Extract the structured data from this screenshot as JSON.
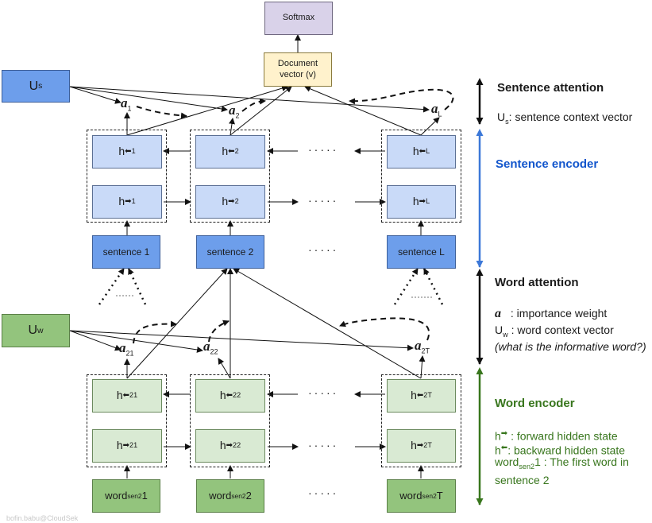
{
  "top": {
    "softmax": "Softmax",
    "document_vector": "Document vector (v)"
  },
  "sentence_level": {
    "context_main": "U",
    "context_sub": "s",
    "alphas": [
      {
        "symbol": "a",
        "sub": "1"
      },
      {
        "symbol": "a",
        "sub": "2"
      },
      {
        "symbol": "a",
        "sub": "L"
      }
    ],
    "backward_hidden": [
      {
        "main": "h",
        "arrow": "⬅",
        "sub": "1"
      },
      {
        "main": "h",
        "arrow": "⬅",
        "sub": "2"
      },
      {
        "main": "h",
        "arrow": "⬅",
        "sub": "L"
      }
    ],
    "forward_hidden": [
      {
        "main": "h",
        "arrow": "➡",
        "sub": "1"
      },
      {
        "main": "h",
        "arrow": "➡",
        "sub": "2"
      },
      {
        "main": "h",
        "arrow": "➡",
        "sub": "L"
      }
    ],
    "sentences": [
      "sentence 1",
      "sentence 2",
      "sentence L"
    ]
  },
  "word_level": {
    "context_main": "U",
    "context_sub": "w",
    "alphas": [
      {
        "symbol": "a",
        "sub": "21"
      },
      {
        "symbol": "a",
        "sub": "22"
      },
      {
        "symbol": "a",
        "sub": "2T"
      }
    ],
    "backward_hidden": [
      {
        "main": "h",
        "arrow": "⬅",
        "sub": "21"
      },
      {
        "main": "h",
        "arrow": "⬅",
        "sub": "22"
      },
      {
        "main": "h",
        "arrow": "⬅",
        "sub": "2T"
      }
    ],
    "forward_hidden": [
      {
        "main": "h",
        "arrow": "➡",
        "sub": "21"
      },
      {
        "main": "h",
        "arrow": "➡",
        "sub": "22"
      },
      {
        "main": "h",
        "arrow": "➡",
        "sub": "2T"
      }
    ],
    "words": [
      {
        "main": "word",
        "sub": "sen2",
        "tail": "1"
      },
      {
        "main": "word",
        "sub": "sen2",
        "tail": "2"
      },
      {
        "main": "word",
        "sub": "sen2",
        "tail": "T"
      }
    ]
  },
  "ellipsis": "·····",
  "legend": {
    "sentence_attention": {
      "title": "Sentence attention",
      "desc_main": "U",
      "desc_sub": "s",
      "desc_text": ": sentence context vector"
    },
    "sentence_encoder": {
      "title": "Sentence encoder"
    },
    "word_attention": {
      "title": "Word attention",
      "alpha_symbol": "a",
      "alpha_text": " : importance weight",
      "uw_main": "U",
      "uw_sub": "w",
      "uw_text": " : word context vector",
      "question": "(what is the informative word?)"
    },
    "word_encoder": {
      "title": "Word encoder",
      "forward_main": "h",
      "forward_arrow": "➡",
      "forward_text": " :  forward hidden state",
      "backward_main": "h",
      "backward_arrow": "⬅",
      "backward_text": ": backward hidden state",
      "word_main": "word",
      "word_sub": "sen2",
      "word_text": "1 : The first word in sentence 2"
    }
  },
  "footer": "bofin.babu@CloudSek",
  "colors": {
    "blue_accent": "#1155cc",
    "green_accent": "#38761d",
    "sentence_hidden": "#c9daf8",
    "word_hidden": "#d9ead3",
    "sentence_box": "#6d9eeb",
    "word_box": "#93c47d",
    "softmax": "#d9d2e9",
    "document_vector": "#fff2cc"
  }
}
